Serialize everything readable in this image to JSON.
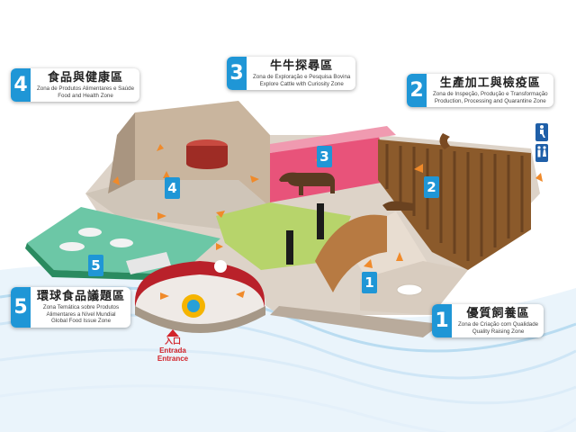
{
  "zones": [
    {
      "number": "1",
      "title": "優質飼養區",
      "subtitle": [
        "Zona de Criação com Qualidade",
        "Quality Raising Zone"
      ]
    },
    {
      "number": "2",
      "title": "生產加工與檢疫區",
      "subtitle": [
        "Zona de Inspeção, Produção e Transformação",
        "Production, Processing and Quarantine Zone"
      ]
    },
    {
      "number": "3",
      "title": "牛牛探尋區",
      "subtitle": [
        "Zona de Exploração e Pesquisa Bovina",
        "Explore Cattle with Curiosity Zone"
      ]
    },
    {
      "number": "4",
      "title": "食品與健康區",
      "subtitle": [
        "Zona de Produtos Alimentares e Saúde",
        "Food and Health Zone"
      ]
    },
    {
      "number": "5",
      "title": "環球食品議題區",
      "subtitle": [
        "Zona Temática sobre Produtos",
        "Alimentares a Nível Mundial",
        "Global Food Issue Zone"
      ]
    }
  ],
  "map_numbers": [
    "1",
    "2",
    "3",
    "4",
    "5"
  ],
  "entrance": {
    "zh": "入口",
    "pt": "Entrada",
    "en": "Entrance"
  },
  "restroom_icons": [
    "accessible-restroom-icon",
    "restroom-icon"
  ],
  "colors": {
    "accent": "#1f96d6",
    "entrance": "#d2232a",
    "floor": "#ddd3c8",
    "wood": "#8b5a2b",
    "green_zone": "#2fae7a",
    "pink_zone": "#e8537a",
    "lime_zone": "#b7d46b"
  }
}
